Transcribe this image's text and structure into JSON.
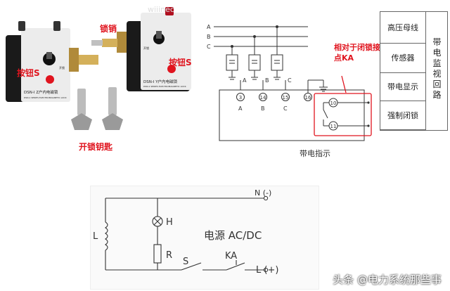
{
  "photo": {
    "watermark": "wiiinec",
    "left_device": {
      "brand": "DSN-I Z户内电磁锁",
      "small1": "DSN-1 SERIES ELECTROMAGNETIC LOCK",
      "mark": "开锁"
    },
    "right_device": {
      "brand": "DSN-I Y户内电磁锁",
      "small1": "DSN-1 SERIES ELECTROMAGNETIC LOCK",
      "mark": "开锁"
    },
    "labels": {
      "button_left": "按钮S",
      "pin": "锁销",
      "button_right": "按钮S",
      "key": "开锁钥匙"
    }
  },
  "circuit_top": {
    "phases": [
      "A",
      "B",
      "C"
    ],
    "sub_labels": [
      "A",
      "B",
      "C"
    ],
    "terminals": [
      "3",
      "14",
      "15",
      "16",
      "10",
      "11"
    ],
    "annotation": "相对于闭锁接点KA",
    "caption": "带电指示"
  },
  "table": {
    "rows": [
      "高压母线",
      "传感器",
      "带电显示",
      "强制闭锁"
    ],
    "side_chars": [
      "带",
      "电",
      "监",
      "视",
      "回",
      "路"
    ]
  },
  "circuit_bottom": {
    "neutral": "N (-)",
    "line": "L (+)",
    "source": "电源 AC/DC",
    "coil": "L",
    "lamp": "H",
    "resistor": "R",
    "switch": "S",
    "contact": "KA"
  },
  "footer": {
    "watermark": "头条 @电力系统那些事"
  },
  "colors": {
    "accent_red": "#e0141e",
    "line": "#333333",
    "device_body": "#ececec"
  }
}
